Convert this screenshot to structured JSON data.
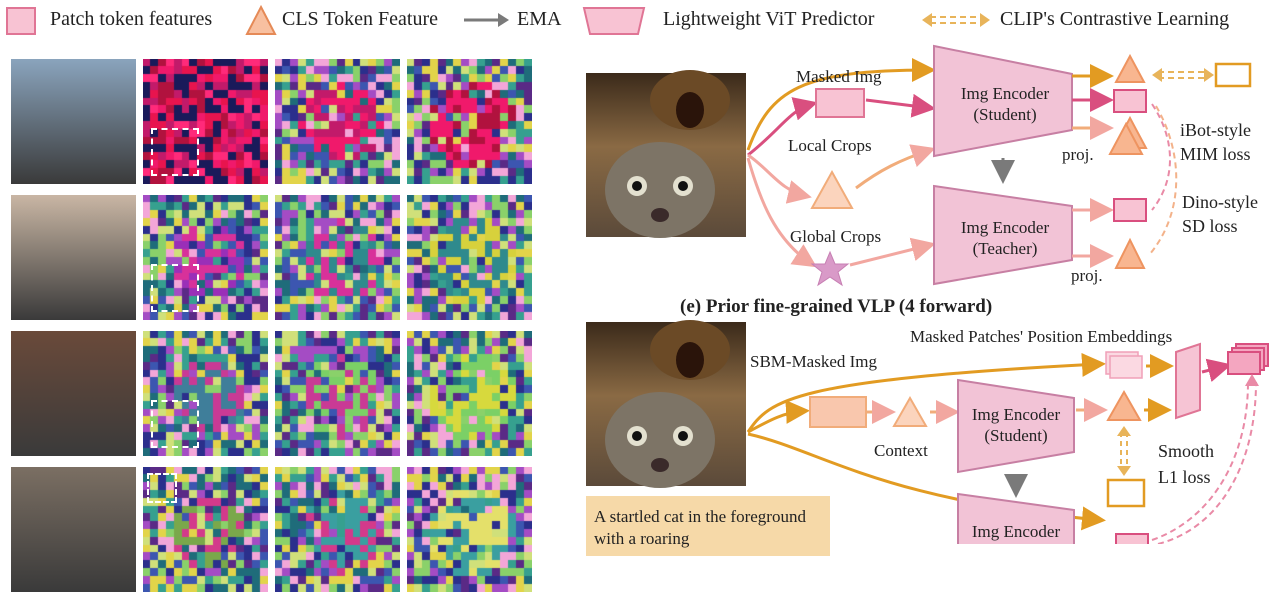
{
  "legend": {
    "patch": "Patch token features",
    "cls": "CLS Token Feature",
    "ema": "EMA",
    "predictor": "Lightweight ViT Predictor",
    "clip": "CLIP's Contrastive Learning"
  },
  "rows": [
    {
      "photo": "llama-photo",
      "heat_colors": [
        "#e8144e",
        "#c21a6a",
        "#f0196b",
        "#b1123e",
        "#ff2a7a"
      ]
    },
    {
      "photo": "dog-show-photo",
      "heat_colors": [
        "#9a2fb8",
        "#d8319a",
        "#2f8a8d",
        "#d7d13c",
        "#c52d92"
      ]
    },
    {
      "photo": "guard-photo",
      "heat_colors": [
        "#3f7e9a",
        "#c93a95",
        "#7bd066",
        "#d7d93d",
        "#4aa0a5"
      ]
    },
    {
      "photo": "dog-photo",
      "heat_colors": [
        "#7aa84b",
        "#d33a8b",
        "#3a9fa0",
        "#e4e06a",
        "#a24cbd"
      ]
    }
  ],
  "top": {
    "masked_img": "Masked Img",
    "local_crops": "Local Crops",
    "global_crops": "Global Crops",
    "student_line1": "Img Encoder",
    "student_line2": "(Student)",
    "teacher_line1": "Img Encoder",
    "teacher_line2": "(Teacher)",
    "proj1": "proj.",
    "proj2": "proj.",
    "ibot1": "iBot-style",
    "ibot2": "MIM loss",
    "dino1": "Dino-style",
    "dino2": "SD loss",
    "heading": "(e) Prior fine-grained VLP (4 forward)"
  },
  "bottom": {
    "mpe": "Masked Patches' Position Embeddings",
    "sbm": "SBM-Masked Img",
    "context": "Context",
    "student_line1": "Img Encoder",
    "student_line2": "(Student)",
    "encoder3": "Img Encoder",
    "smooth1": "Smooth",
    "smooth2": "L1 loss",
    "caption": "A startled cat in the foreground with a roaring"
  },
  "colors": {
    "pink": "#f8c3d3",
    "pink_border": "#e07595",
    "orange": "#f1ac7a",
    "gold": "#e29b22",
    "gray": "#7a7a7a",
    "magenta": "#d94f7f"
  }
}
